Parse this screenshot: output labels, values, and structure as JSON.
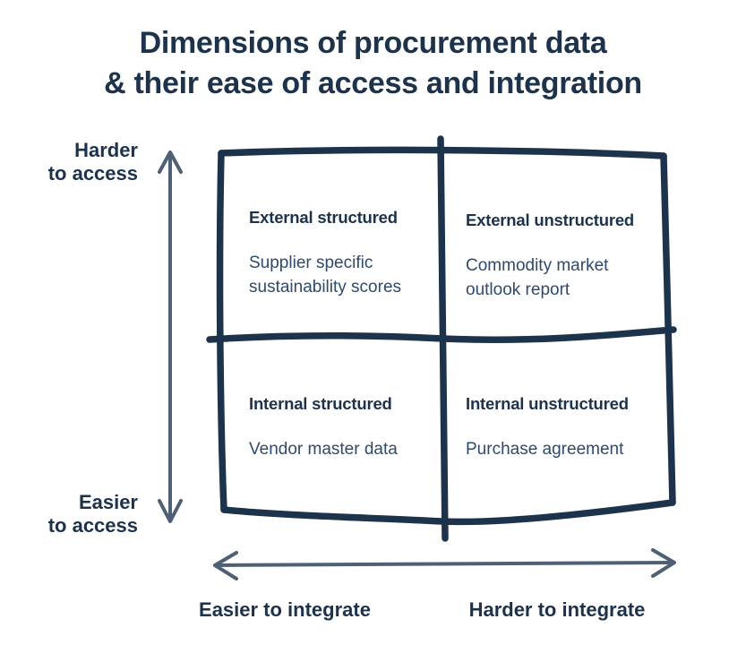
{
  "title": {
    "line1": "Dimensions of procurement data",
    "line2": "& their ease of access and integration"
  },
  "y_axis": {
    "top_label": "Harder\nto access",
    "bottom_label": "Easier\nto access"
  },
  "x_axis": {
    "left_label": "Easier to integrate",
    "right_label": "Harder to integrate"
  },
  "quadrants": {
    "top_left": {
      "heading": "External structured",
      "example": "Supplier specific\nsustainability scores"
    },
    "top_right": {
      "heading": "External unstructured",
      "example": "Commodity market\noutlook report"
    },
    "bottom_left": {
      "heading": "Internal structured",
      "example": "Vendor master data"
    },
    "bottom_right": {
      "heading": "Internal unstructured",
      "example": "Purchase agreement"
    }
  },
  "colors": {
    "ink": "#1d324b",
    "body_text": "#2f4a6a",
    "axis_arrow": "#4e6076",
    "background": "#ffffff"
  }
}
